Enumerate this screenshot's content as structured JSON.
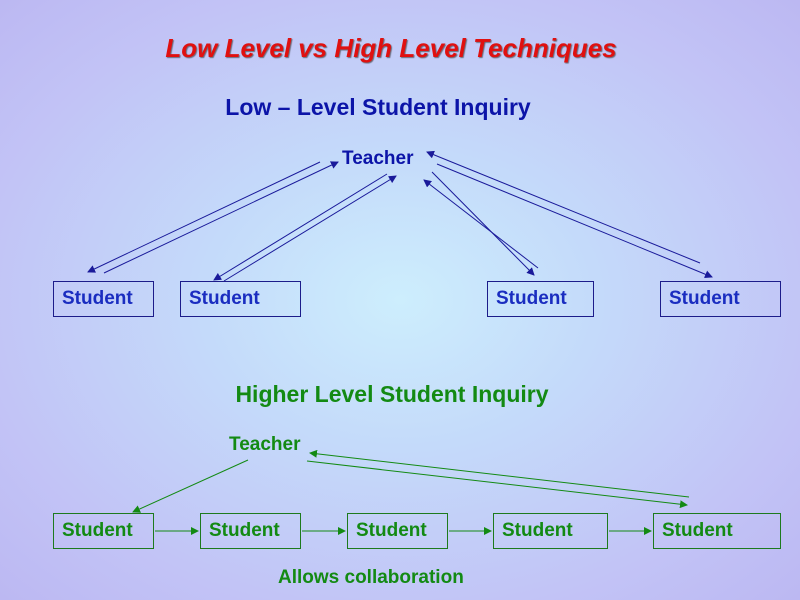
{
  "title": "Low Level vs High Level Techniques",
  "low": {
    "heading": "Low – Level Student Inquiry",
    "teacher": "Teacher",
    "students": [
      "Student",
      "Student",
      "Student",
      "Student"
    ],
    "color": "#1a2dc0"
  },
  "high": {
    "heading": "Higher Level Student Inquiry",
    "teacher": "Teacher",
    "students": [
      "Student",
      "Student",
      "Student",
      "Student",
      "Student"
    ],
    "note": "Allows collaboration",
    "color": "#138a13"
  }
}
